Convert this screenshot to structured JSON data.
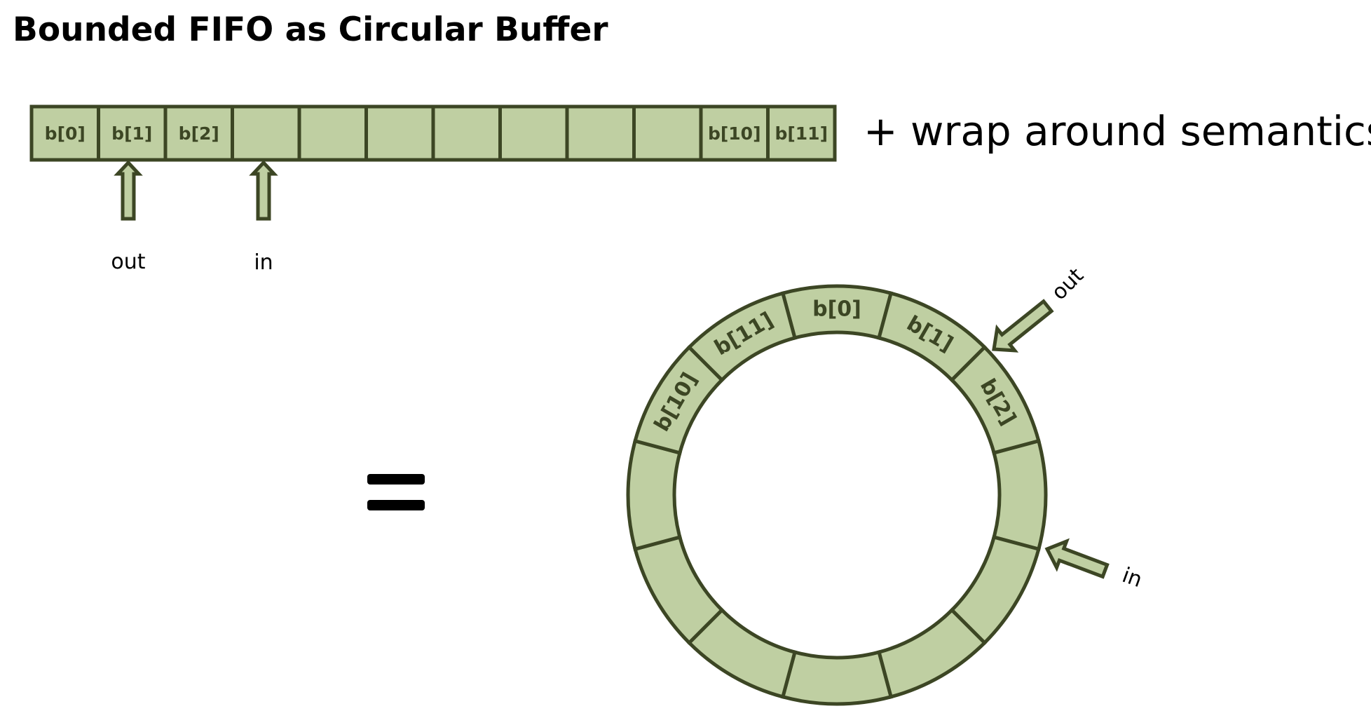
{
  "title": "Bounded FIFO as Circular Buffer",
  "linear_buffer": {
    "cells": [
      "b[0]",
      "b[1]",
      "b[2]",
      "",
      "",
      "",
      "",
      "",
      "",
      "",
      "b[10]",
      "b[11]"
    ],
    "pointers": [
      {
        "label": "out",
        "cell_index": 1
      },
      {
        "label": "in",
        "cell_index": 3
      }
    ]
  },
  "note": "+ wrap around semantics",
  "equals_symbol": "=",
  "circular_buffer": {
    "segments": [
      "b[0]",
      "b[1]",
      "b[2]",
      "",
      "",
      "",
      "",
      "",
      "",
      "",
      "b[10]",
      "b[11]"
    ],
    "pointers": [
      {
        "label": "out"
      },
      {
        "label": "in"
      }
    ]
  },
  "colors": {
    "cell_fill": "#bfcfa2",
    "cell_stroke": "#3c4624",
    "label_text": "#3c4624"
  }
}
